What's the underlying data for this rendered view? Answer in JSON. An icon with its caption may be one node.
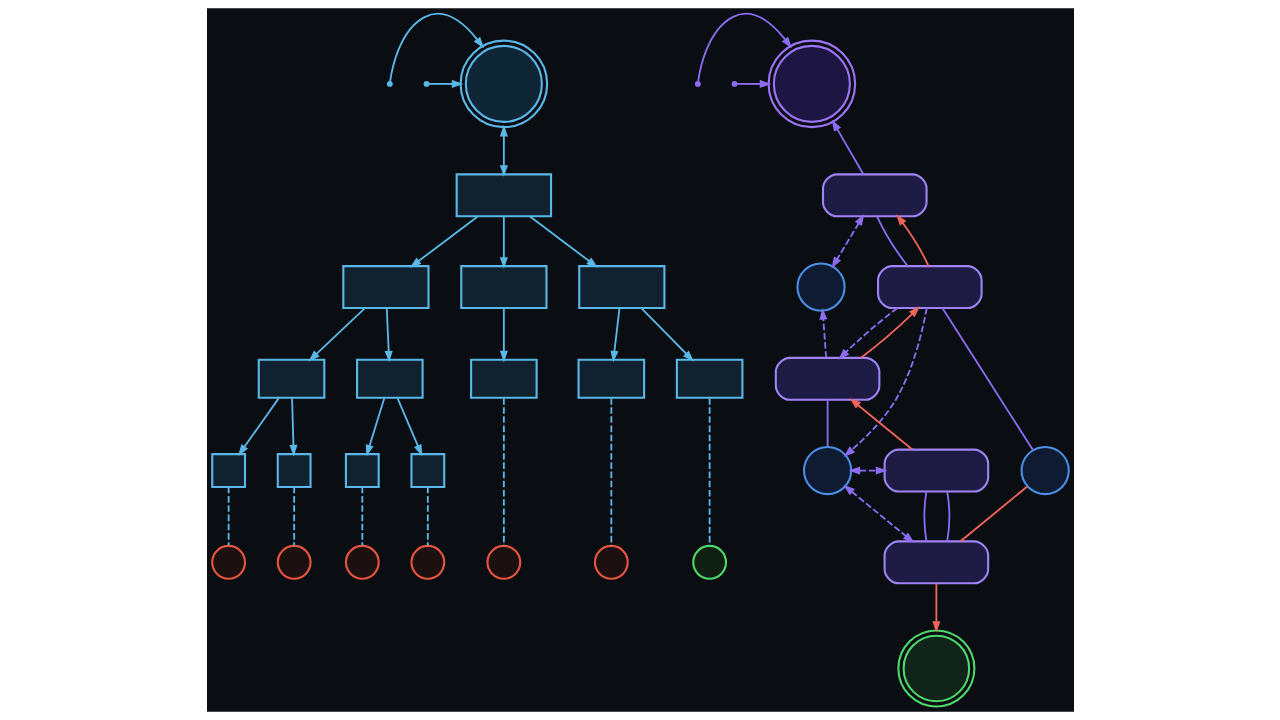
{
  "diagram": {
    "nodes": [
      {
        "text": [],
        "shape": "circle"
      },
      {
        "text": [],
        "shape": "box"
      },
      {
        "text": [],
        "shape": "box"
      },
      {
        "text": [],
        "shape": "box"
      },
      {
        "text": [],
        "shape": "box"
      },
      {
        "text": [],
        "shape": "box"
      },
      {
        "text": [],
        "shape": "box"
      },
      {
        "text": [],
        "shape": "box"
      },
      {
        "text": [],
        "shape": "box"
      },
      {
        "text": [],
        "shape": "box"
      },
      {
        "text": [],
        "shape": "box"
      },
      {
        "text": [],
        "shape": "box"
      },
      {
        "text": [],
        "shape": "box"
      },
      {
        "text": [],
        "shape": "box"
      },
      {
        "text": [],
        "shape": "circle"
      },
      {
        "text": [],
        "shape": "circle"
      },
      {
        "text": [],
        "shape": "circle"
      },
      {
        "text": [],
        "shape": "circle"
      },
      {
        "text": [],
        "shape": "circle"
      },
      {
        "text": [],
        "shape": "circle"
      },
      {
        "text": [],
        "shape": "circle"
      },
      {
        "text": [],
        "shape": "circle"
      },
      {
        "text": [],
        "shape": "bubble"
      },
      {
        "text": [],
        "shape": "circle"
      },
      {
        "text": [],
        "shape": "bubble"
      },
      {
        "text": [],
        "shape": "bubble"
      },
      {
        "text": [],
        "shape": "circle"
      },
      {
        "text": [],
        "shape": "bubble"
      },
      {
        "text": [],
        "shape": "circle"
      },
      {
        "text": [],
        "shape": "bubble"
      },
      {
        "text": [],
        "shape": "circle"
      }
    ],
    "edges": [
      {
        "from": null,
        "to": 0,
        "arrow": "to"
      },
      {
        "from": null,
        "to": 0,
        "arrow": "to"
      },
      {
        "from": 0,
        "to": 1,
        "arrow": "both"
      },
      {
        "from": 1,
        "to": 2,
        "arrow": "to"
      },
      {
        "from": 1,
        "to": 3,
        "arrow": "to"
      },
      {
        "from": 1,
        "to": 4,
        "arrow": "to"
      },
      {
        "from": 2,
        "to": 5,
        "arrow": "to"
      },
      {
        "from": 2,
        "to": 6,
        "arrow": "to"
      },
      {
        "from": 3,
        "to": 7,
        "arrow": "to"
      },
      {
        "from": 4,
        "to": 8,
        "arrow": "to"
      },
      {
        "from": 4,
        "to": 9,
        "arrow": "to"
      },
      {
        "from": 5,
        "to": 10,
        "arrow": "to"
      },
      {
        "from": 5,
        "to": 11,
        "arrow": "to"
      },
      {
        "from": 6,
        "to": 12,
        "arrow": "to"
      },
      {
        "from": 6,
        "to": 13,
        "arrow": "to"
      },
      {
        "from": 10,
        "to": 14,
        "arrow": "none",
        "style": "dashed"
      },
      {
        "from": 11,
        "to": 15,
        "arrow": "none",
        "style": "dashed"
      },
      {
        "from": 12,
        "to": 16,
        "arrow": "none",
        "style": "dashed"
      },
      {
        "from": 13,
        "to": 17,
        "arrow": "none",
        "style": "dashed"
      },
      {
        "from": 7,
        "to": 18,
        "arrow": "none",
        "style": "dashed"
      },
      {
        "from": 8,
        "to": 19,
        "arrow": "none",
        "style": "dashed"
      },
      {
        "from": 9,
        "to": 20,
        "arrow": "none",
        "style": "dashed"
      },
      {
        "from": null,
        "to": 21,
        "arrow": "to",
        "color": "#8b6cf2"
      },
      {
        "from": null,
        "to": 21,
        "arrow": "to",
        "color": "#8b6cf2"
      },
      {
        "from": 22,
        "to": 21,
        "arrow": "to",
        "color": "#8b6cf2"
      },
      {
        "from": 22,
        "to": 23,
        "arrow": "both",
        "style": "dashed",
        "color": "#8b6cf2"
      },
      {
        "from": 22,
        "to": 24,
        "arrow": "none",
        "color": "#8b6cf2"
      },
      {
        "from": 24,
        "to": 22,
        "arrow": "to",
        "color": "#f0645a"
      },
      {
        "from": 25,
        "to": 24,
        "arrow": "to",
        "color": "#f0645a"
      },
      {
        "from": 25,
        "to": 23,
        "arrow": "to",
        "style": "dashed",
        "color": "#8b6cf2"
      },
      {
        "from": 24,
        "to": 25,
        "arrow": "to",
        "style": "dashed",
        "color": "#8b6cf2"
      },
      {
        "from": 25,
        "to": 26,
        "arrow": "none",
        "color": "#8b6cf2"
      },
      {
        "from": 24,
        "to": 26,
        "arrow": "to",
        "style": "dashed",
        "color": "#8b6cf2"
      },
      {
        "from": 24,
        "to": 28,
        "arrow": "none",
        "color": "#8b6cf2"
      },
      {
        "from": 27,
        "to": 25,
        "arrow": "to",
        "color": "#f0645a"
      },
      {
        "from": 26,
        "to": 27,
        "arrow": "both",
        "style": "dashed",
        "color": "#8b6cf2"
      },
      {
        "from": 27,
        "to": 29,
        "arrow": "none",
        "color": "#8b6cf2"
      },
      {
        "from": 27,
        "to": 29,
        "arrow": "none",
        "color": "#8b6cf2"
      },
      {
        "from": 26,
        "to": 29,
        "arrow": "both",
        "style": "dashed",
        "color": "#8b6cf2"
      },
      {
        "from": 28,
        "to": 29,
        "arrow": "none",
        "color": "#f0645a"
      },
      {
        "from": 29,
        "to": 30,
        "arrow": "to",
        "color": "#f0645a"
      }
    ]
  }
}
